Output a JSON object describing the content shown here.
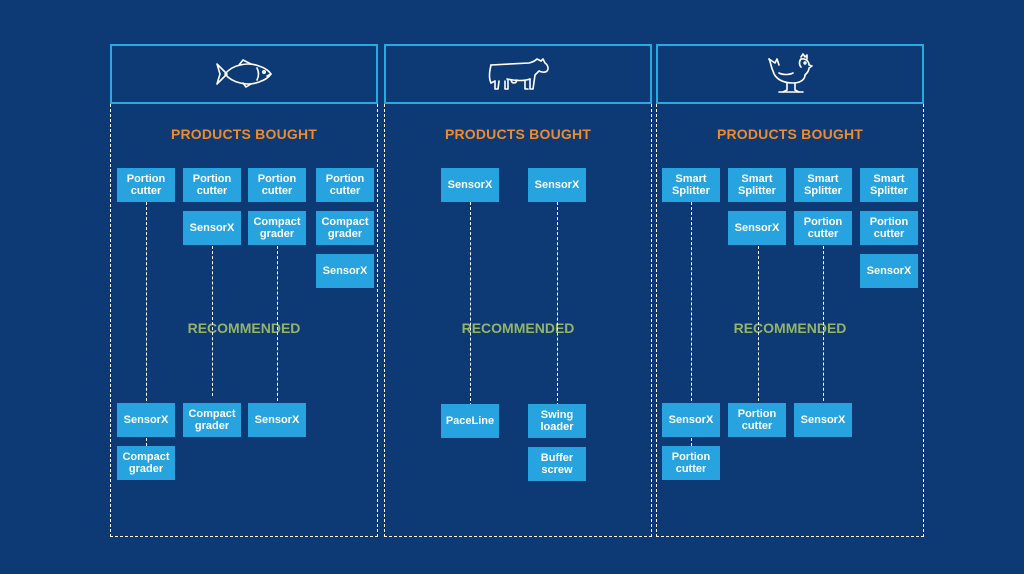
{
  "colors": {
    "background": "#0d3a74",
    "frame": "#27a9e1",
    "box": "#27a3df",
    "heading_orange": "#f08a2a",
    "recommended_green": "#95b46a"
  },
  "columns": [
    {
      "icon": "fish-icon",
      "products_heading": "PRODUCTS BOUGHT",
      "recommended_heading": "RECOMMENDED",
      "bought": [
        [
          "Portion\ncutter"
        ],
        [
          "Portion\ncutter",
          "SensorX"
        ],
        [
          "Portion\ncutter",
          "Compact\ngrader"
        ],
        [
          "Portion\ncutter",
          "Compact\ngrader",
          "SensorX"
        ]
      ],
      "recommended": [
        [
          "SensorX",
          "Compact\ngrader"
        ],
        [
          "Compact\ngrader"
        ],
        [
          "SensorX"
        ]
      ]
    },
    {
      "icon": "cow-icon",
      "products_heading": "PRODUCTS BOUGHT",
      "recommended_heading": "RECOMMENDED",
      "bought": [
        [
          "SensorX"
        ],
        [
          "SensorX"
        ]
      ],
      "recommended": [
        [
          "PaceLine"
        ],
        [
          "Swing\nloader",
          "Buffer\nscrew"
        ]
      ]
    },
    {
      "icon": "chicken-icon",
      "products_heading": "PRODUCTS BOUGHT",
      "recommended_heading": "RECOMMENDED",
      "bought": [
        [
          "Smart\nSplitter"
        ],
        [
          "Smart\nSplitter",
          "SensorX"
        ],
        [
          "Smart\nSplitter",
          "Portion\ncutter"
        ],
        [
          "Smart\nSplitter",
          "Portion\ncutter",
          "SensorX"
        ]
      ],
      "recommended": [
        [
          "SensorX",
          "Portion\ncutter"
        ],
        [
          "Portion\ncutter"
        ],
        [
          "SensorX"
        ]
      ]
    }
  ]
}
